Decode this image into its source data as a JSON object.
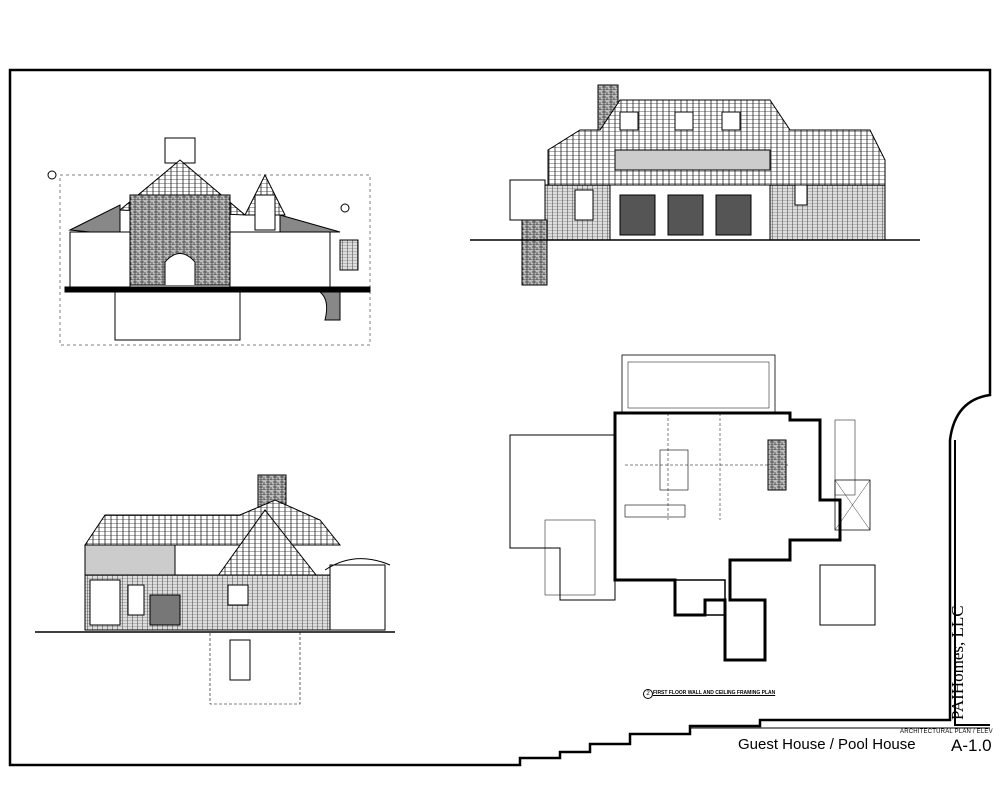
{
  "title_block": {
    "project_title": "Guest House / Pool House",
    "sheet_subtitle": "ARCHITECTURAL PLAN / ELEV",
    "sheet_number": "A-1.0",
    "company": "PAIHomes, LLC"
  },
  "drawings": {
    "floor_plan": {
      "number": "2",
      "caption": "FIRST FLOOR WALL AND CEILING FRAMING PLAN"
    }
  }
}
